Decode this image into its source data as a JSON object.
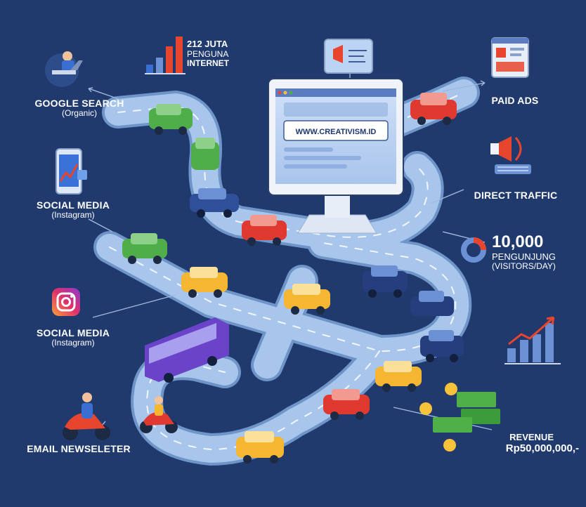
{
  "website": {
    "url": "WWW.CREATIVISM.ID"
  },
  "sources": {
    "google": {
      "title": "GOOGLE SEARCH",
      "subtitle": "(Organic)"
    },
    "social1": {
      "title": "SOCIAL MEDIA",
      "subtitle": "(Instagram)"
    },
    "social2": {
      "title": "SOCIAL MEDIA",
      "subtitle": "(Instagram)"
    },
    "email": {
      "title": "EMAIL NEWSELETER"
    },
    "paid": {
      "title": "PAID ADS"
    },
    "direct": {
      "title": "DIRECT TRAFFIC"
    }
  },
  "stats": {
    "internet_users": {
      "line1": "212 JUTA",
      "line2": "PENGUNA",
      "line3": "INTERNET"
    },
    "visitors": {
      "value": "10,000",
      "line1": "PENGUNJUNG",
      "line2": "(VISITORS/DAY)"
    },
    "revenue": {
      "label": "REVENUE",
      "value": "Rp50,000,000,-"
    }
  },
  "icons": {
    "google": "user-laptop-icon",
    "social1": "smartphone-chart-icon",
    "social2": "instagram-icon",
    "email": "scooter-rider-icon",
    "paid": "browser-ads-icon",
    "direct": "megaphone-keyboard-icon",
    "internet": "bar-chart-icon",
    "visitors": "donut-chart-icon",
    "growth": "growth-chart-icon",
    "money": "money-coins-icon"
  },
  "colors": {
    "background": "#203a6e",
    "road": "#a8c6ec",
    "road_edge": "#7ea2d4",
    "monitor": "#f0f4fa",
    "screen": "#bcd4f4",
    "accent_red": "#e8452e"
  }
}
